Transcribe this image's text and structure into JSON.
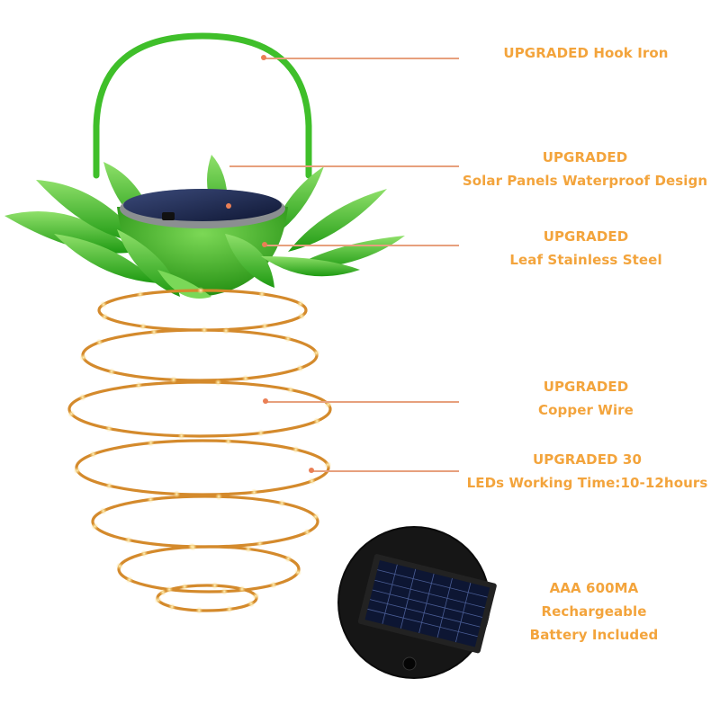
{
  "colors": {
    "label_text": "#f3a43c",
    "pointer_line": "#e7a07d",
    "handle": "#3fbf2a",
    "leaf": "#3dbb23",
    "copper_wire": "#e8a040",
    "solar_panel": "#1e2a4e"
  },
  "callouts": [
    {
      "lines": [
        "UPGRADED Hook Iron"
      ]
    },
    {
      "lines": [
        "UPGRADED",
        "Solar Panels Waterproof Design"
      ]
    },
    {
      "lines": [
        "UPGRADED",
        "Leaf Stainless Steel"
      ]
    },
    {
      "lines": [
        "UPGRADED",
        "Copper Wire"
      ]
    },
    {
      "lines": [
        "UPGRADED 30",
        "LEDs Working Time:10-12hours"
      ]
    },
    {
      "lines": [
        "AAA 600MA",
        "Rechargeable",
        "Battery Included"
      ]
    }
  ],
  "product_icons": [
    "pineapple-lantern",
    "solar-panel-closeup"
  ]
}
